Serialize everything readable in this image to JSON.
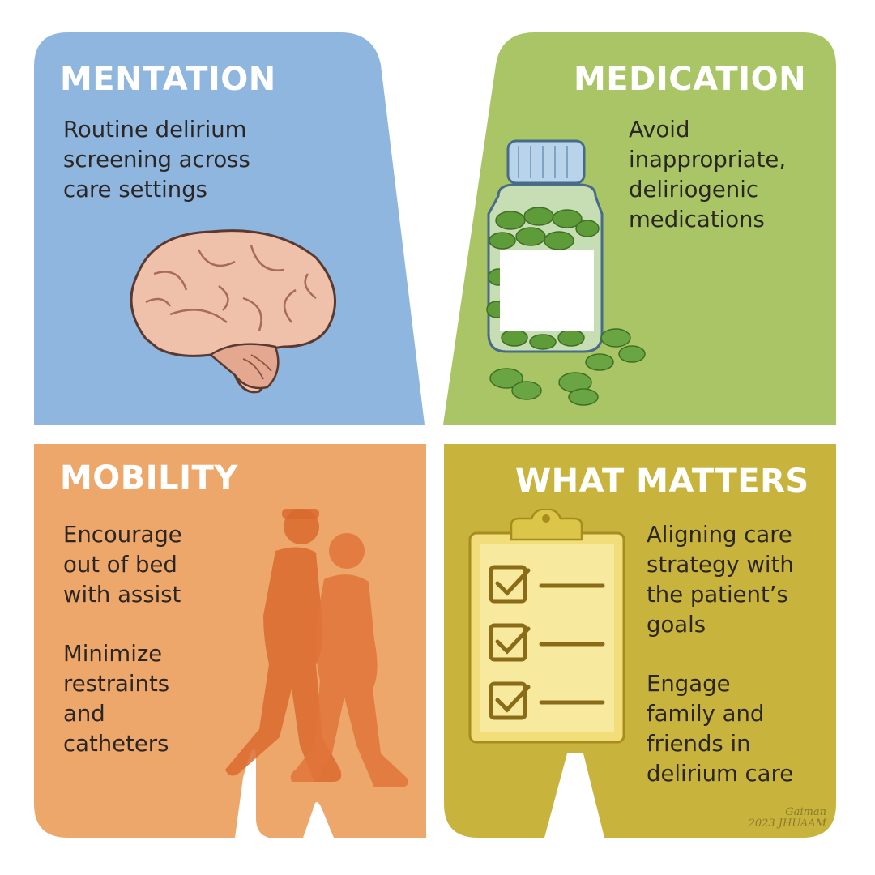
{
  "panels": {
    "mentation": {
      "title": "MENTATION",
      "lines": [
        "Routine delirium",
        "screening across",
        "care settings"
      ]
    },
    "medication": {
      "title": "MEDICATION",
      "lines": [
        "Avoid",
        "inappropriate,",
        "deliriogenic",
        "medications"
      ]
    },
    "mobility": {
      "title": "MOBILITY",
      "group1": [
        "Encourage",
        "out of bed",
        "with assist"
      ],
      "group2": [
        "Minimize",
        "restraints",
        "and",
        "catheters"
      ]
    },
    "what_matters": {
      "title": "WHAT MATTERS",
      "group1": [
        "Aligning care",
        "strategy with",
        "the patient’s",
        "goals"
      ],
      "group2": [
        "Engage",
        "family and",
        "friends in",
        "delirium care"
      ]
    }
  },
  "credit": {
    "signature": "Gaiman",
    "line": "2023 JHUAAM"
  },
  "colors": {
    "mentation": "#8fb6de",
    "medication": "#a9c565",
    "mobility": "#eda76a",
    "what_matters": "#c8b43d"
  }
}
